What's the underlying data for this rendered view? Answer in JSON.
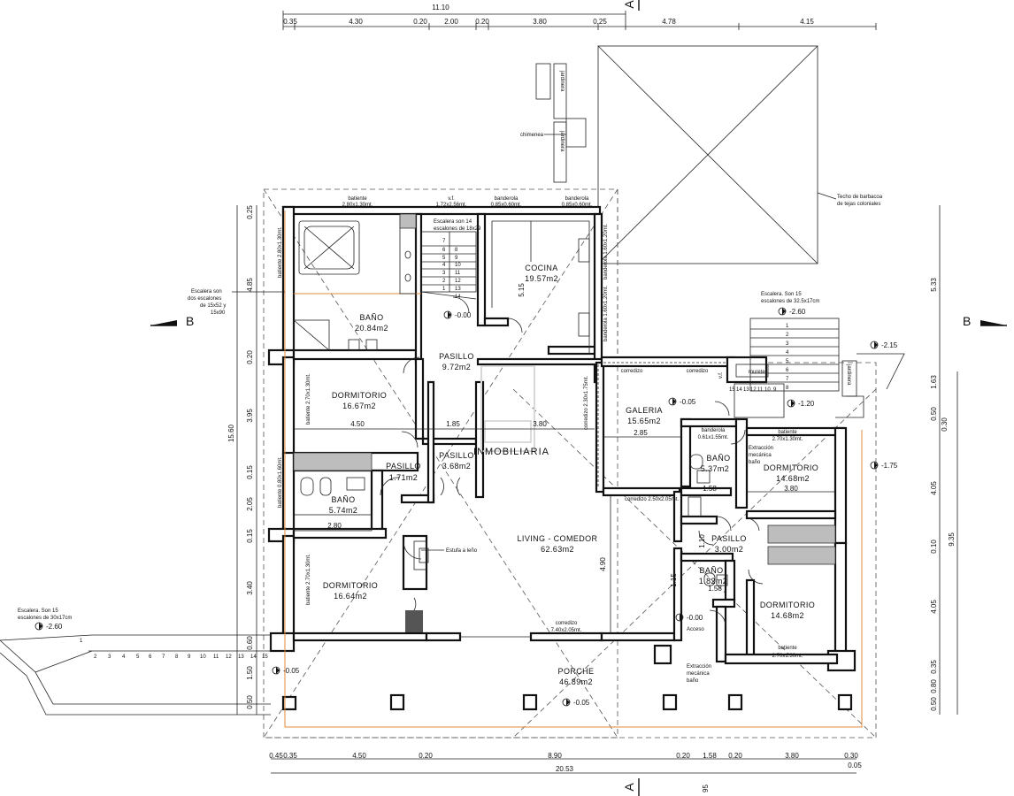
{
  "rooms": {
    "bano1": {
      "name": "BAÑO",
      "area": "20.84m2"
    },
    "cocina": {
      "name": "COCINA",
      "area": "19.57m2"
    },
    "pasillo1": {
      "name": "PASILLO",
      "area": "9.72m2"
    },
    "dormitorio1": {
      "name": "DORMITORIO",
      "area": "16.67m2"
    },
    "pasillo2": {
      "name": "PASILLO",
      "area": "1.71m2"
    },
    "pasillo3": {
      "name": "PASILLO",
      "area": "3.68m2"
    },
    "bano2": {
      "name": "BAÑO",
      "area": "5.74m2"
    },
    "dormitorio2": {
      "name": "DORMITORIO",
      "area": "16.64m2"
    },
    "living": {
      "name": "LIVING - COMEDOR",
      "area": "62.63m2"
    },
    "galeria": {
      "name": "GALERIA",
      "area": "15.65m2"
    },
    "bano3": {
      "name": "BAÑO",
      "area": "5.37m2"
    },
    "dormitorio3": {
      "name": "DORMITORIO",
      "area": "14.68m2"
    },
    "pasillo4": {
      "name": "PASILLO",
      "area": "3.00m2"
    },
    "bano4": {
      "name": "BAÑO",
      "area": "1.82m2"
    },
    "dormitorio4": {
      "name": "DORMITORIO",
      "area": "14.68m2"
    },
    "porche": {
      "name": "PORCHE",
      "area": "46.89m2"
    }
  },
  "levels": {
    "l0": "-0.00",
    "l1": "-0.05",
    "l2": "-2.60",
    "l3": "-2.15",
    "l4": "-1.20",
    "l5": "-1.75",
    "l6": "-0.05",
    "l7": "-0.00",
    "l8": "-0.05",
    "l9": "-2.60",
    "l10": "-0.05"
  },
  "openings": {
    "o1": "batiente",
    "o1d": "2.80x1.30mt.",
    "o2": "v.f.",
    "o2d": "1.72x2.56mt.",
    "o3": "banderola",
    "o3d": "0.85x0.60mt.",
    "o4": "banderola",
    "o4d": "0.85x0.60mt.",
    "o5": "batiente 2.80x1.30mt.",
    "o6": "batiente 2.70x1.30mt.",
    "o7": "batiente 0.80x1.60mt.",
    "o8": "batiente 2.70x1.30mt.",
    "o9": "banderola 1.60x1.20mt.",
    "o10": "banderola 1.60x1.20mt.",
    "o11": "corredizo 2.30x1.75mt.",
    "o12": "corredizo 2.50x2.05mt.",
    "o13": "corredizo",
    "o13d": "7.40x2.05mt.",
    "o14": "banderola",
    "o14d": "0.61x1.55mt.",
    "o15": "batiente",
    "o15d": "2.70x1.30mt.",
    "o16": "batiente",
    "o16d": "2.70x1.30mt.",
    "o17": "corredizo",
    "o18": "corredizo",
    "o19": "v.f."
  },
  "notes": {
    "escalera_interior": "Escalera son 14",
    "escalera_interior2": "escalones de 18x29",
    "escalera_b1": "Escalera son",
    "escalera_b2": "dos escalones",
    "escalera_b3": "de 15x52 y",
    "escalera_b4": "15x90",
    "escalera_d1": "Escalera. Son 15",
    "escalera_d2": "escalones de 32.5x17cm",
    "escalera_i1": "Escalera. Son 15",
    "escalera_i2": "escalones de 30x17cm",
    "chimenea": "chimenea",
    "jardinera1": "jardinera",
    "jardinera2": "jardinera",
    "jardinera3": "jardinera",
    "techo1": "Techo de barbacoa",
    "techo2": "de tejas coloniales",
    "murete": "murete",
    "estufa": "Estufa a leño",
    "extraccion1a": "Extracción",
    "extraccion1b": "mecánica",
    "extraccion1c": "baño",
    "extraccion2a": "Extracción",
    "extraccion2b": "mecánica",
    "extraccion2c": "baño",
    "acceso": "Acceso",
    "watermark": "INMOBILIARIA",
    "sectionA_top": "A",
    "sectionA_bottom": "A",
    "sectionB_left": "B",
    "sectionB_right": "B"
  },
  "dimensions": {
    "top_total": "11.10",
    "top": [
      "0.35",
      "4.30",
      "0.20",
      "2.00",
      "0.20",
      "3.80",
      "0.25",
      "4.78",
      "4.15"
    ],
    "bottom": [
      "0.45",
      "0.35",
      "4.50",
      "0.20",
      "8.90",
      "0.20",
      "1.58",
      "0.20",
      "3.80",
      "0.30"
    ],
    "bottom_total": "20.53",
    "bottom_small": "0.05",
    "bottom_cut": "95",
    "left": [
      "0.25",
      "4.85",
      "0.20",
      "3.95",
      "0.15",
      "2.05",
      "0.15",
      "3.40",
      "0.60",
      "1.50",
      "0.50"
    ],
    "left_total": "15.60",
    "right": [
      "5.33",
      "1.63",
      "0.50",
      "0.30",
      "4.05",
      "0.10",
      "4.05",
      "0.35",
      "0.80",
      "0.50"
    ],
    "right_total": "9.35",
    "inner": [
      "4.50",
      "1.85",
      "3.80",
      "2.85",
      "3.80",
      "2.80",
      "1.58",
      "5.15",
      "4.90",
      "1.15",
      "1.58",
      "1.10"
    ]
  },
  "stairs": {
    "interior": [
      "7",
      "6",
      "5",
      "4",
      "3",
      "2",
      "1",
      "8",
      "9",
      "10",
      "11",
      "12",
      "13",
      "14"
    ],
    "left": [
      "1",
      "2",
      "3",
      "4",
      "5",
      "6",
      "7",
      "8",
      "9",
      "10",
      "11",
      "12",
      "13",
      "14",
      "15"
    ],
    "right_v": [
      "1",
      "2",
      "3",
      "4",
      "5",
      "6",
      "7",
      "8"
    ],
    "right_h": [
      "15",
      "14",
      "13",
      "12",
      "11",
      "10",
      "9"
    ]
  }
}
